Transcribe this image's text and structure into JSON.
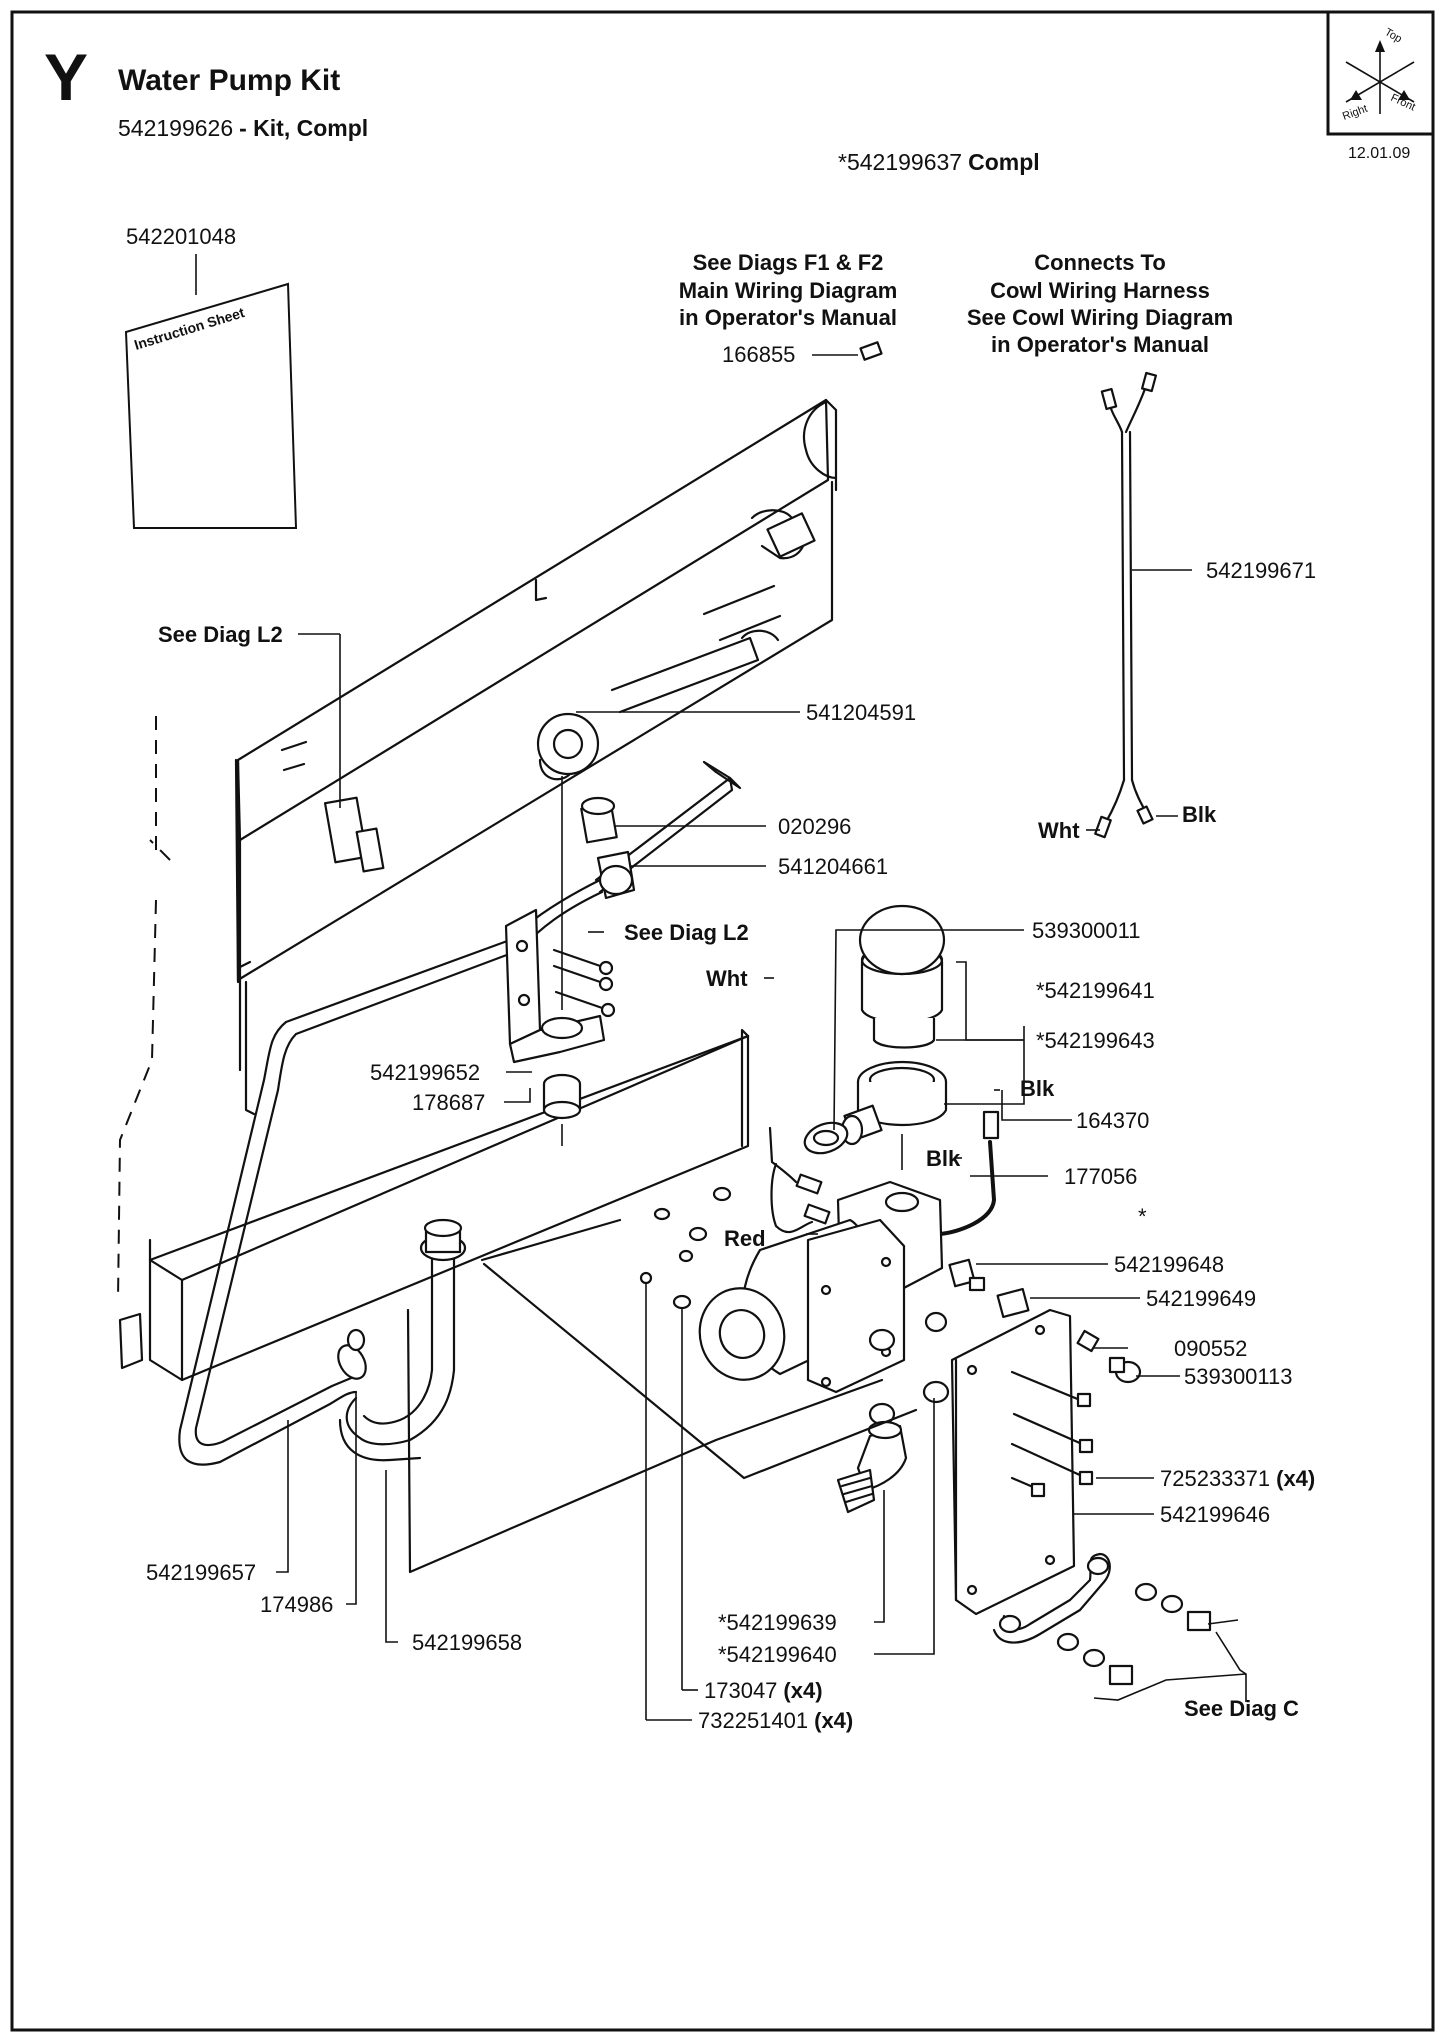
{
  "section_letter": "Y",
  "title": "Water Pump Kit",
  "kit_number": "542199626",
  "kit_suffix": "- Kit, Compl",
  "compl_number": "*542199637",
  "compl_suffix": "Compl",
  "orientation": {
    "top": "Top",
    "right": "Right",
    "front": "Front"
  },
  "date": "12.01.09",
  "notes": {
    "diags_f": [
      "See Diags F1 & F2",
      "Main Wiring Diagram",
      "in Operator's Manual"
    ],
    "cowl": [
      "Connects To",
      "Cowl Wiring Harness",
      "See Cowl Wiring Diagram",
      "in Operator's Manual"
    ]
  },
  "instruction_sheet": "Instruction Sheet",
  "callouts": {
    "c542201048": "542201048",
    "c166855": "166855",
    "c542199671": "542199671",
    "see_l2_top": "See Diag L2",
    "c541204591": "541204591",
    "c020296": "020296",
    "c541204661": "541204661",
    "see_l2_mid": "See Diag L2",
    "c539300011": "539300011",
    "wht_left": "Wht",
    "wht_right": "Wht",
    "blk_harness": "Blk",
    "c542199641": "*542199641",
    "c542199643": "*542199643",
    "blk_top": "Blk",
    "c164370": "164370",
    "blk_mid": "Blk",
    "c177056": "177056",
    "star": "*",
    "red": "Red",
    "c542199652": "542199652",
    "c178687": "178687",
    "c542199648": "542199648",
    "c542199649": "542199649",
    "c090552": "090552",
    "c539300113": "539300113",
    "c725233371": "725233371",
    "x4_725": "(x4)",
    "c542199646": "542199646",
    "c542199657": "542199657",
    "c174986": "174986",
    "c542199658": "542199658",
    "c542199639": "*542199639",
    "c542199640": "*542199640",
    "c173047": "173047",
    "x4_173": "(x4)",
    "c732251401": "732251401",
    "x4_732": "(x4)",
    "see_diag_c": "See Diag C"
  }
}
